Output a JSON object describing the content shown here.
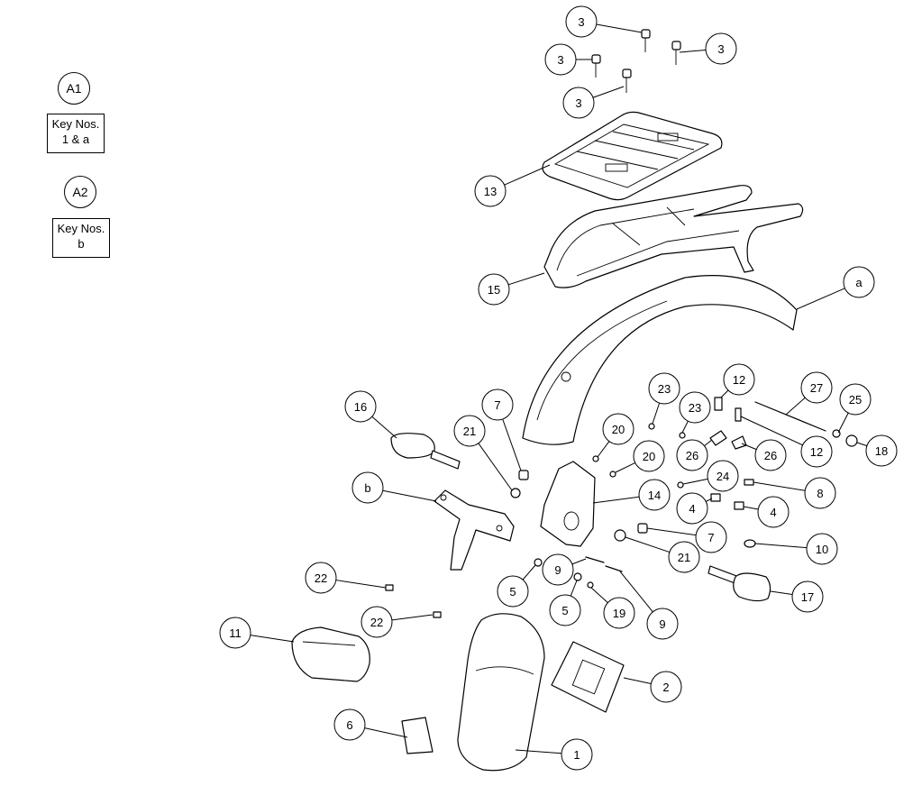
{
  "legend": {
    "a1_label": "A1",
    "a1_box_line1": "Key Nos.",
    "a1_box_line2": "1 & a",
    "a2_label": "A2",
    "a2_box_line1": "Key Nos.",
    "a2_box_line2": "b"
  },
  "callouts": [
    {
      "id": "c-3-top",
      "label": "3"
    },
    {
      "id": "c-3-right",
      "label": "3"
    },
    {
      "id": "c-3-left",
      "label": "3"
    },
    {
      "id": "c-3-lower",
      "label": "3"
    },
    {
      "id": "c-13",
      "label": "13"
    },
    {
      "id": "c-15",
      "label": "15"
    },
    {
      "id": "c-a",
      "label": "a"
    },
    {
      "id": "c-12-top",
      "label": "12"
    },
    {
      "id": "c-27",
      "label": "27"
    },
    {
      "id": "c-23-top",
      "label": "23"
    },
    {
      "id": "c-23-mid",
      "label": "23"
    },
    {
      "id": "c-25",
      "label": "25"
    },
    {
      "id": "c-18",
      "label": "18"
    },
    {
      "id": "c-12-low",
      "label": "12"
    },
    {
      "id": "c-26-left",
      "label": "26"
    },
    {
      "id": "c-26-right",
      "label": "26"
    },
    {
      "id": "c-7-top",
      "label": "7"
    },
    {
      "id": "c-16",
      "label": "16"
    },
    {
      "id": "c-21-top",
      "label": "21"
    },
    {
      "id": "c-20-top",
      "label": "20"
    },
    {
      "id": "c-20-mid",
      "label": "20"
    },
    {
      "id": "c-24",
      "label": "24"
    },
    {
      "id": "c-8",
      "label": "8"
    },
    {
      "id": "c-b",
      "label": "b"
    },
    {
      "id": "c-14",
      "label": "14"
    },
    {
      "id": "c-4-left",
      "label": "4"
    },
    {
      "id": "c-4-right",
      "label": "4"
    },
    {
      "id": "c-7-mid",
      "label": "7"
    },
    {
      "id": "c-10",
      "label": "10"
    },
    {
      "id": "c-21-mid",
      "label": "21"
    },
    {
      "id": "c-9-left",
      "label": "9"
    },
    {
      "id": "c-5-top",
      "label": "5"
    },
    {
      "id": "c-22-top",
      "label": "22"
    },
    {
      "id": "c-17",
      "label": "17"
    },
    {
      "id": "c-5-low",
      "label": "5"
    },
    {
      "id": "c-19",
      "label": "19"
    },
    {
      "id": "c-9-right",
      "label": "9"
    },
    {
      "id": "c-22-low",
      "label": "22"
    },
    {
      "id": "c-11",
      "label": "11"
    },
    {
      "id": "c-2",
      "label": "2"
    },
    {
      "id": "c-6",
      "label": "6"
    },
    {
      "id": "c-1",
      "label": "1"
    }
  ]
}
